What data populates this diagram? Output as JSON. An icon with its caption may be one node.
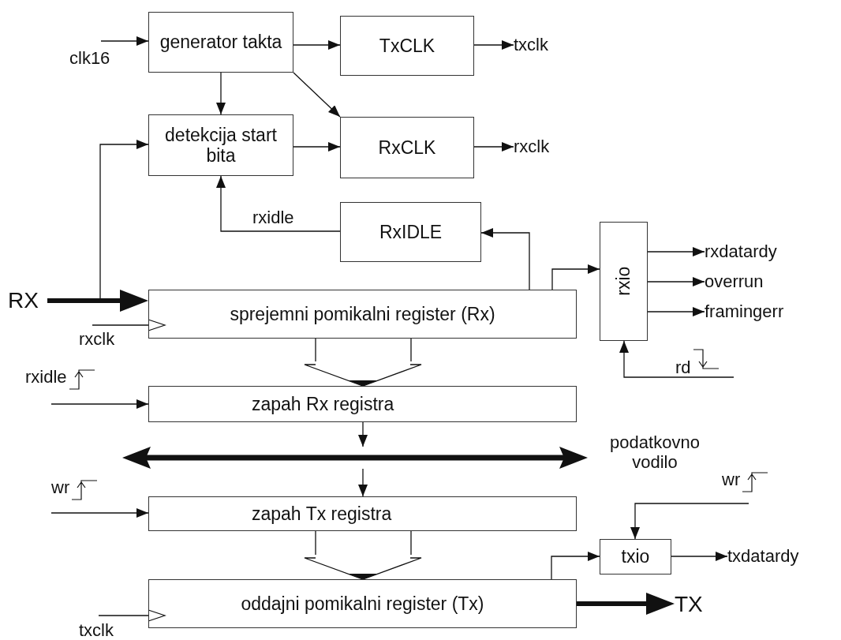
{
  "diagram": {
    "nodes": [
      {
        "text": [
          "generator takta"
        ]
      },
      {
        "text": [
          "TxCLK"
        ]
      },
      {
        "text": [
          "detekcija start bita"
        ]
      },
      {
        "text": [
          "RxCLK"
        ]
      },
      {
        "text": [
          "RxIDLE"
        ]
      },
      {
        "text": [
          "sprejemni pomikalni register (Rx)"
        ]
      },
      {
        "text": [
          "rxio"
        ]
      },
      {
        "text": [
          "zapah Rx registra"
        ]
      },
      {
        "text": [],
        "shape": "bar",
        "beside": [
          "podatkovno vodilo"
        ]
      },
      {
        "text": [
          "zapah Tx registra"
        ]
      },
      {
        "text": [
          "txio"
        ]
      },
      {
        "text": [
          "oddajni pomikalni register (Tx)"
        ]
      },
      {
        "text": [
          "clk16"
        ]
      },
      {
        "text": [
          "txclk"
        ]
      },
      {
        "text": [
          "rxclk"
        ]
      },
      {
        "text": [
          "RX"
        ]
      },
      {
        "text": [
          "rxclk"
        ]
      },
      {
        "text": [
          "rxdatardy"
        ]
      },
      {
        "text": [
          "overrun"
        ]
      },
      {
        "text": [
          "framingerr"
        ]
      },
      {
        "text": [
          "rd"
        ]
      },
      {
        "text": [
          "rxidle"
        ]
      },
      {
        "text": [
          "wr"
        ]
      },
      {
        "text": [
          "wr"
        ]
      },
      {
        "text": [
          "txdatardy"
        ]
      },
      {
        "text": [
          "TX"
        ]
      },
      {
        "text": [
          "txclk"
        ]
      }
    ],
    "edges": [
      {
        "from": 12,
        "to": 0,
        "arrow": "to"
      },
      {
        "from": 0,
        "to": 1,
        "arrow": "to"
      },
      {
        "from": 0,
        "to": 2,
        "arrow": "to"
      },
      {
        "from": 0,
        "to": 3,
        "arrow": "to"
      },
      {
        "from": 2,
        "to": 3,
        "arrow": "to"
      },
      {
        "from": 1,
        "to": 13,
        "arrow": "to"
      },
      {
        "from": 3,
        "to": 14,
        "arrow": "to"
      },
      {
        "from": 4,
        "to": 2,
        "arrow": "to",
        "label": "rxidle"
      },
      {
        "from": 15,
        "to": 5,
        "arrow": "to",
        "style": "thick"
      },
      {
        "from": 15,
        "to": 2,
        "arrow": "to"
      },
      {
        "from": 5,
        "to": 4,
        "arrow": "to"
      },
      {
        "from": 5,
        "to": 6,
        "arrow": "to"
      },
      {
        "from": 16,
        "to": 5,
        "arrow": "to"
      },
      {
        "from": 5,
        "to": 7,
        "arrow": "to"
      },
      {
        "from": 21,
        "to": 7,
        "arrow": "to"
      },
      {
        "from": 6,
        "to": 17,
        "arrow": "to"
      },
      {
        "from": 6,
        "to": 18,
        "arrow": "to"
      },
      {
        "from": 6,
        "to": 19,
        "arrow": "to"
      },
      {
        "from": 20,
        "to": 6,
        "arrow": "to"
      },
      {
        "from": 7,
        "to": 8,
        "arrow": "to"
      },
      {
        "from": 8,
        "to": 9,
        "arrow": "to"
      },
      {
        "from": 22,
        "to": 9,
        "arrow": "to"
      },
      {
        "from": 9,
        "to": 11,
        "arrow": "to"
      },
      {
        "from": 11,
        "to": 10,
        "arrow": "to"
      },
      {
        "from": 23,
        "to": 10,
        "arrow": "to"
      },
      {
        "from": 10,
        "to": 24,
        "arrow": "to"
      },
      {
        "from": 11,
        "to": 25,
        "arrow": "to",
        "style": "thick"
      },
      {
        "from": 26,
        "to": 11,
        "arrow": "to"
      }
    ]
  }
}
